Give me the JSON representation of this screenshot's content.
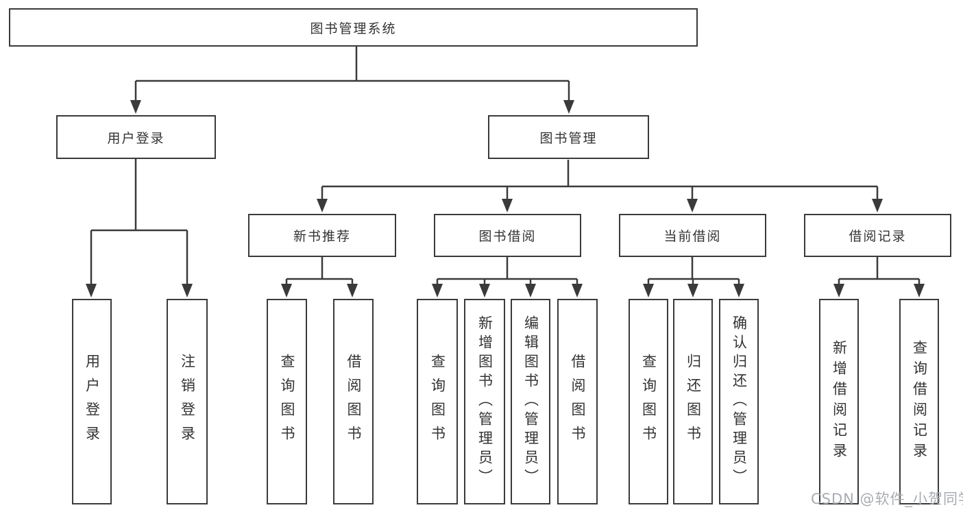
{
  "diagram": {
    "title": "图书管理系统",
    "watermark": "CSDN @软件_小贺同学",
    "colors": {
      "line": "#3a3a3a",
      "box_border": "#3a3a3a",
      "text": "#333333",
      "watermark": "#a8acb1",
      "background": "#ffffff"
    },
    "nodes": {
      "root": {
        "label": "图书管理系统"
      },
      "level2": [
        {
          "label": "用户登录"
        },
        {
          "label": "图书管理"
        }
      ],
      "level3": [
        {
          "label": "新书推荐",
          "parent": "图书管理"
        },
        {
          "label": "图书借阅",
          "parent": "图书管理"
        },
        {
          "label": "当前借阅",
          "parent": "图书管理"
        },
        {
          "label": "借阅记录",
          "parent": "图书管理"
        }
      ],
      "leaves": [
        {
          "label": "用户登录",
          "parent": "用户登录"
        },
        {
          "label": "注销登录",
          "parent": "用户登录"
        },
        {
          "label": "查询图书",
          "parent": "新书推荐"
        },
        {
          "label": "借阅图书",
          "parent": "新书推荐"
        },
        {
          "label": "查询图书",
          "parent": "图书借阅"
        },
        {
          "label": "新增图书（管理员）",
          "parent": "图书借阅"
        },
        {
          "label": "编辑图书（管理员）",
          "parent": "图书借阅"
        },
        {
          "label": "借阅图书",
          "parent": "图书借阅"
        },
        {
          "label": "查询图书",
          "parent": "当前借阅"
        },
        {
          "label": "归还图书",
          "parent": "当前借阅"
        },
        {
          "label": "确认归还（管理员）",
          "parent": "当前借阅"
        },
        {
          "label": "新增借阅记录",
          "parent": "借阅记录"
        },
        {
          "label": "查询借阅记录",
          "parent": "借阅记录"
        }
      ]
    }
  }
}
